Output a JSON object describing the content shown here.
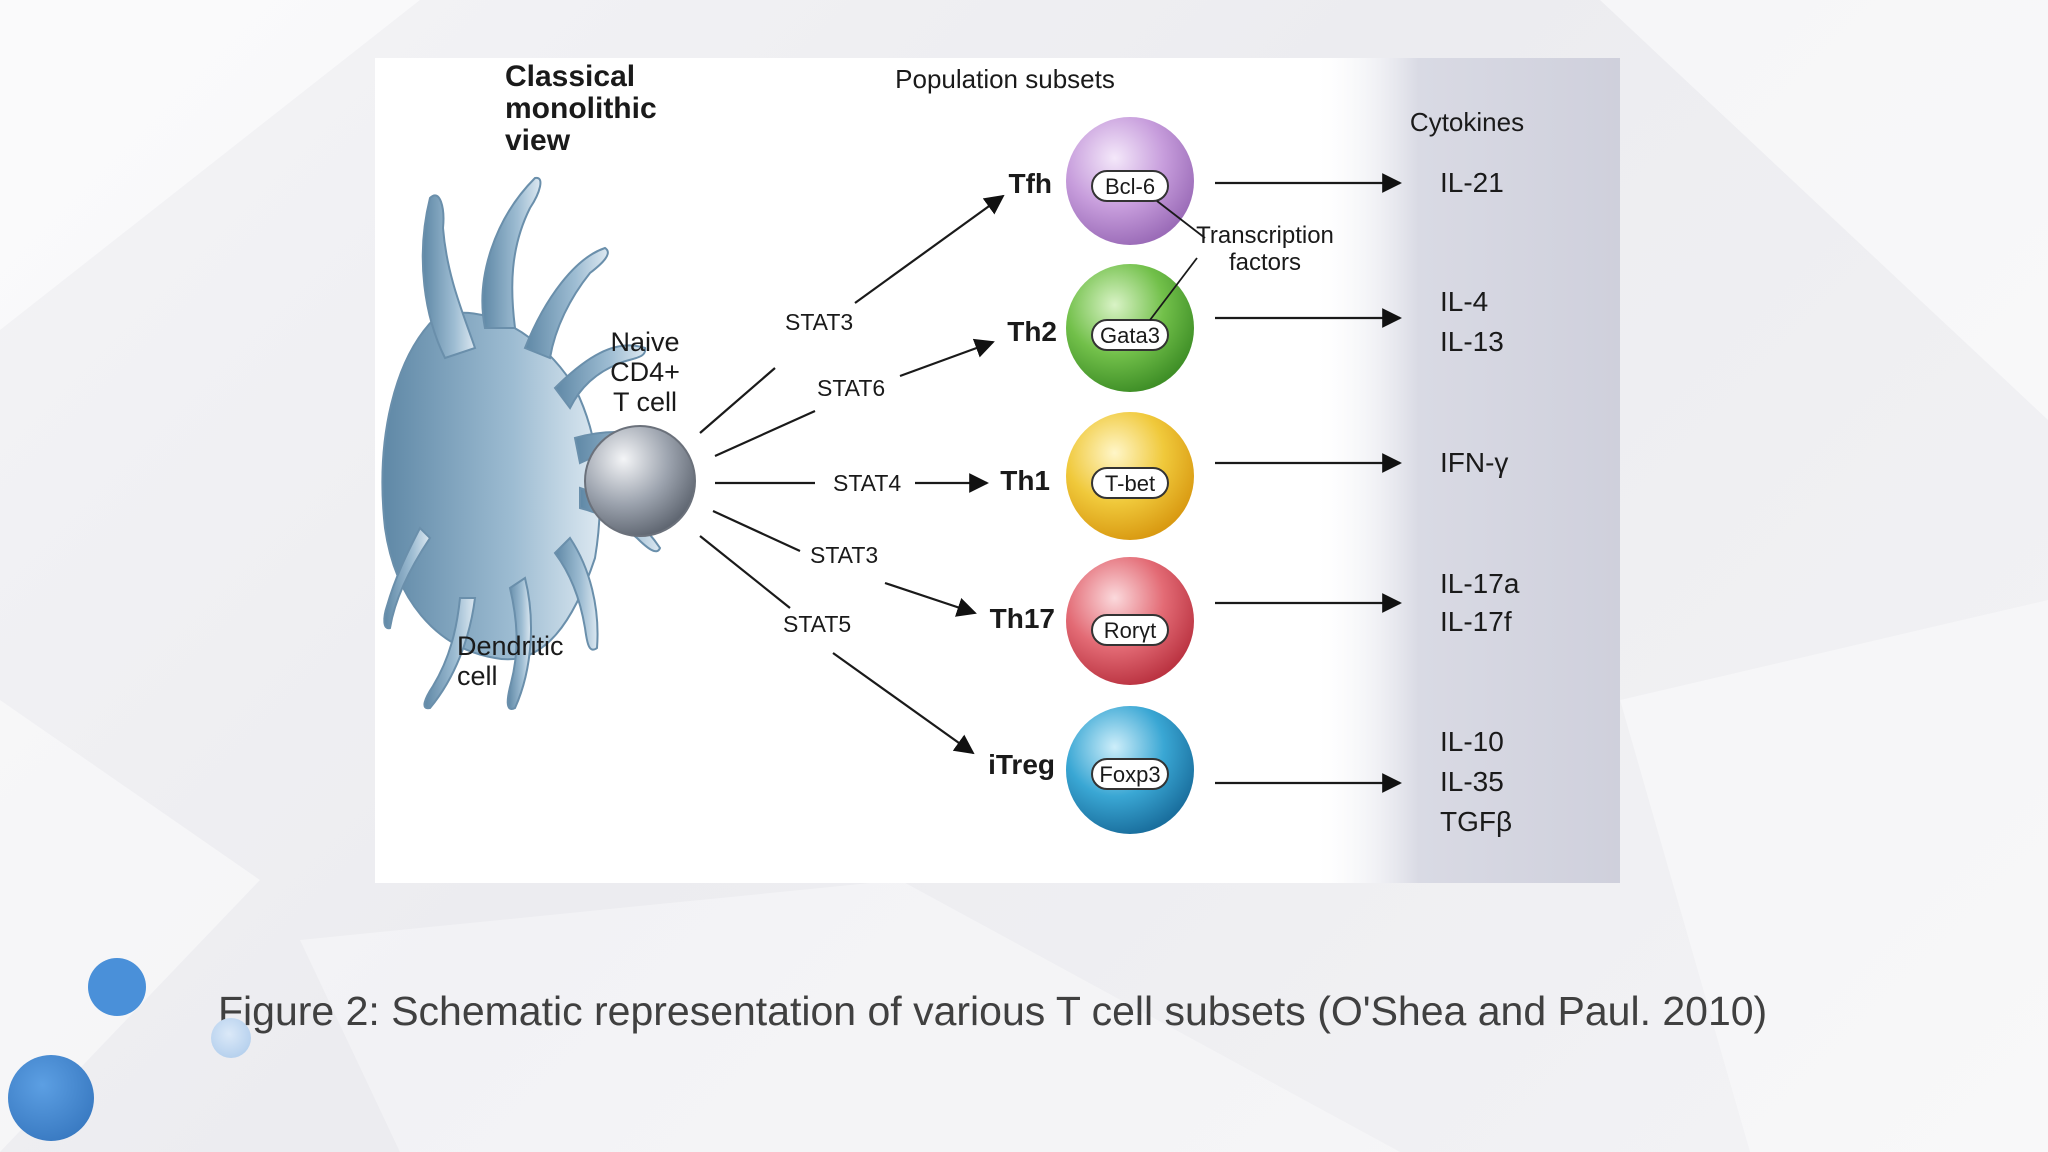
{
  "title_lines": [
    "Classical",
    "monolithic",
    "view"
  ],
  "headers": {
    "population": "Population subsets",
    "cytokines": "Cytokines"
  },
  "naive_cell": [
    "Naive",
    "CD4+",
    "T cell"
  ],
  "dendritic_cell": [
    "Dendritic",
    "cell"
  ],
  "transcription_factors_note": [
    "Transcription",
    "factors"
  ],
  "subsets": [
    {
      "name": "Tfh",
      "stat": "STAT3",
      "tf": "Bcl-6",
      "cytokines": [
        "IL-21"
      ]
    },
    {
      "name": "Th2",
      "stat": "STAT6",
      "tf": "Gata3",
      "cytokines": [
        "IL-4",
        "IL-13"
      ]
    },
    {
      "name": "Th1",
      "stat": "STAT4",
      "tf": "T-bet",
      "cytokines": [
        "IFN-γ"
      ]
    },
    {
      "name": "Th17",
      "stat": "STAT3",
      "tf": "Rorγt",
      "cytokines": [
        "IL-17a",
        "IL-17f"
      ]
    },
    {
      "name": "iTreg",
      "stat": "STAT5",
      "tf": "Foxp3",
      "cytokines": [
        "IL-10",
        "IL-35",
        "TGFβ"
      ]
    }
  ],
  "caption": "Figure 2: Schematic representation of various T cell subsets (O'Shea and Paul. 2010)",
  "colors": {
    "tfh": "#b98fd0",
    "th2": "#6fbf4a",
    "th1": "#efc73a",
    "th17": "#e06670",
    "itreg": "#2c9ccc",
    "dendritic": "#7fa3bd",
    "naive": "#8e95a0",
    "cytokine_band": "#dcdde6"
  }
}
